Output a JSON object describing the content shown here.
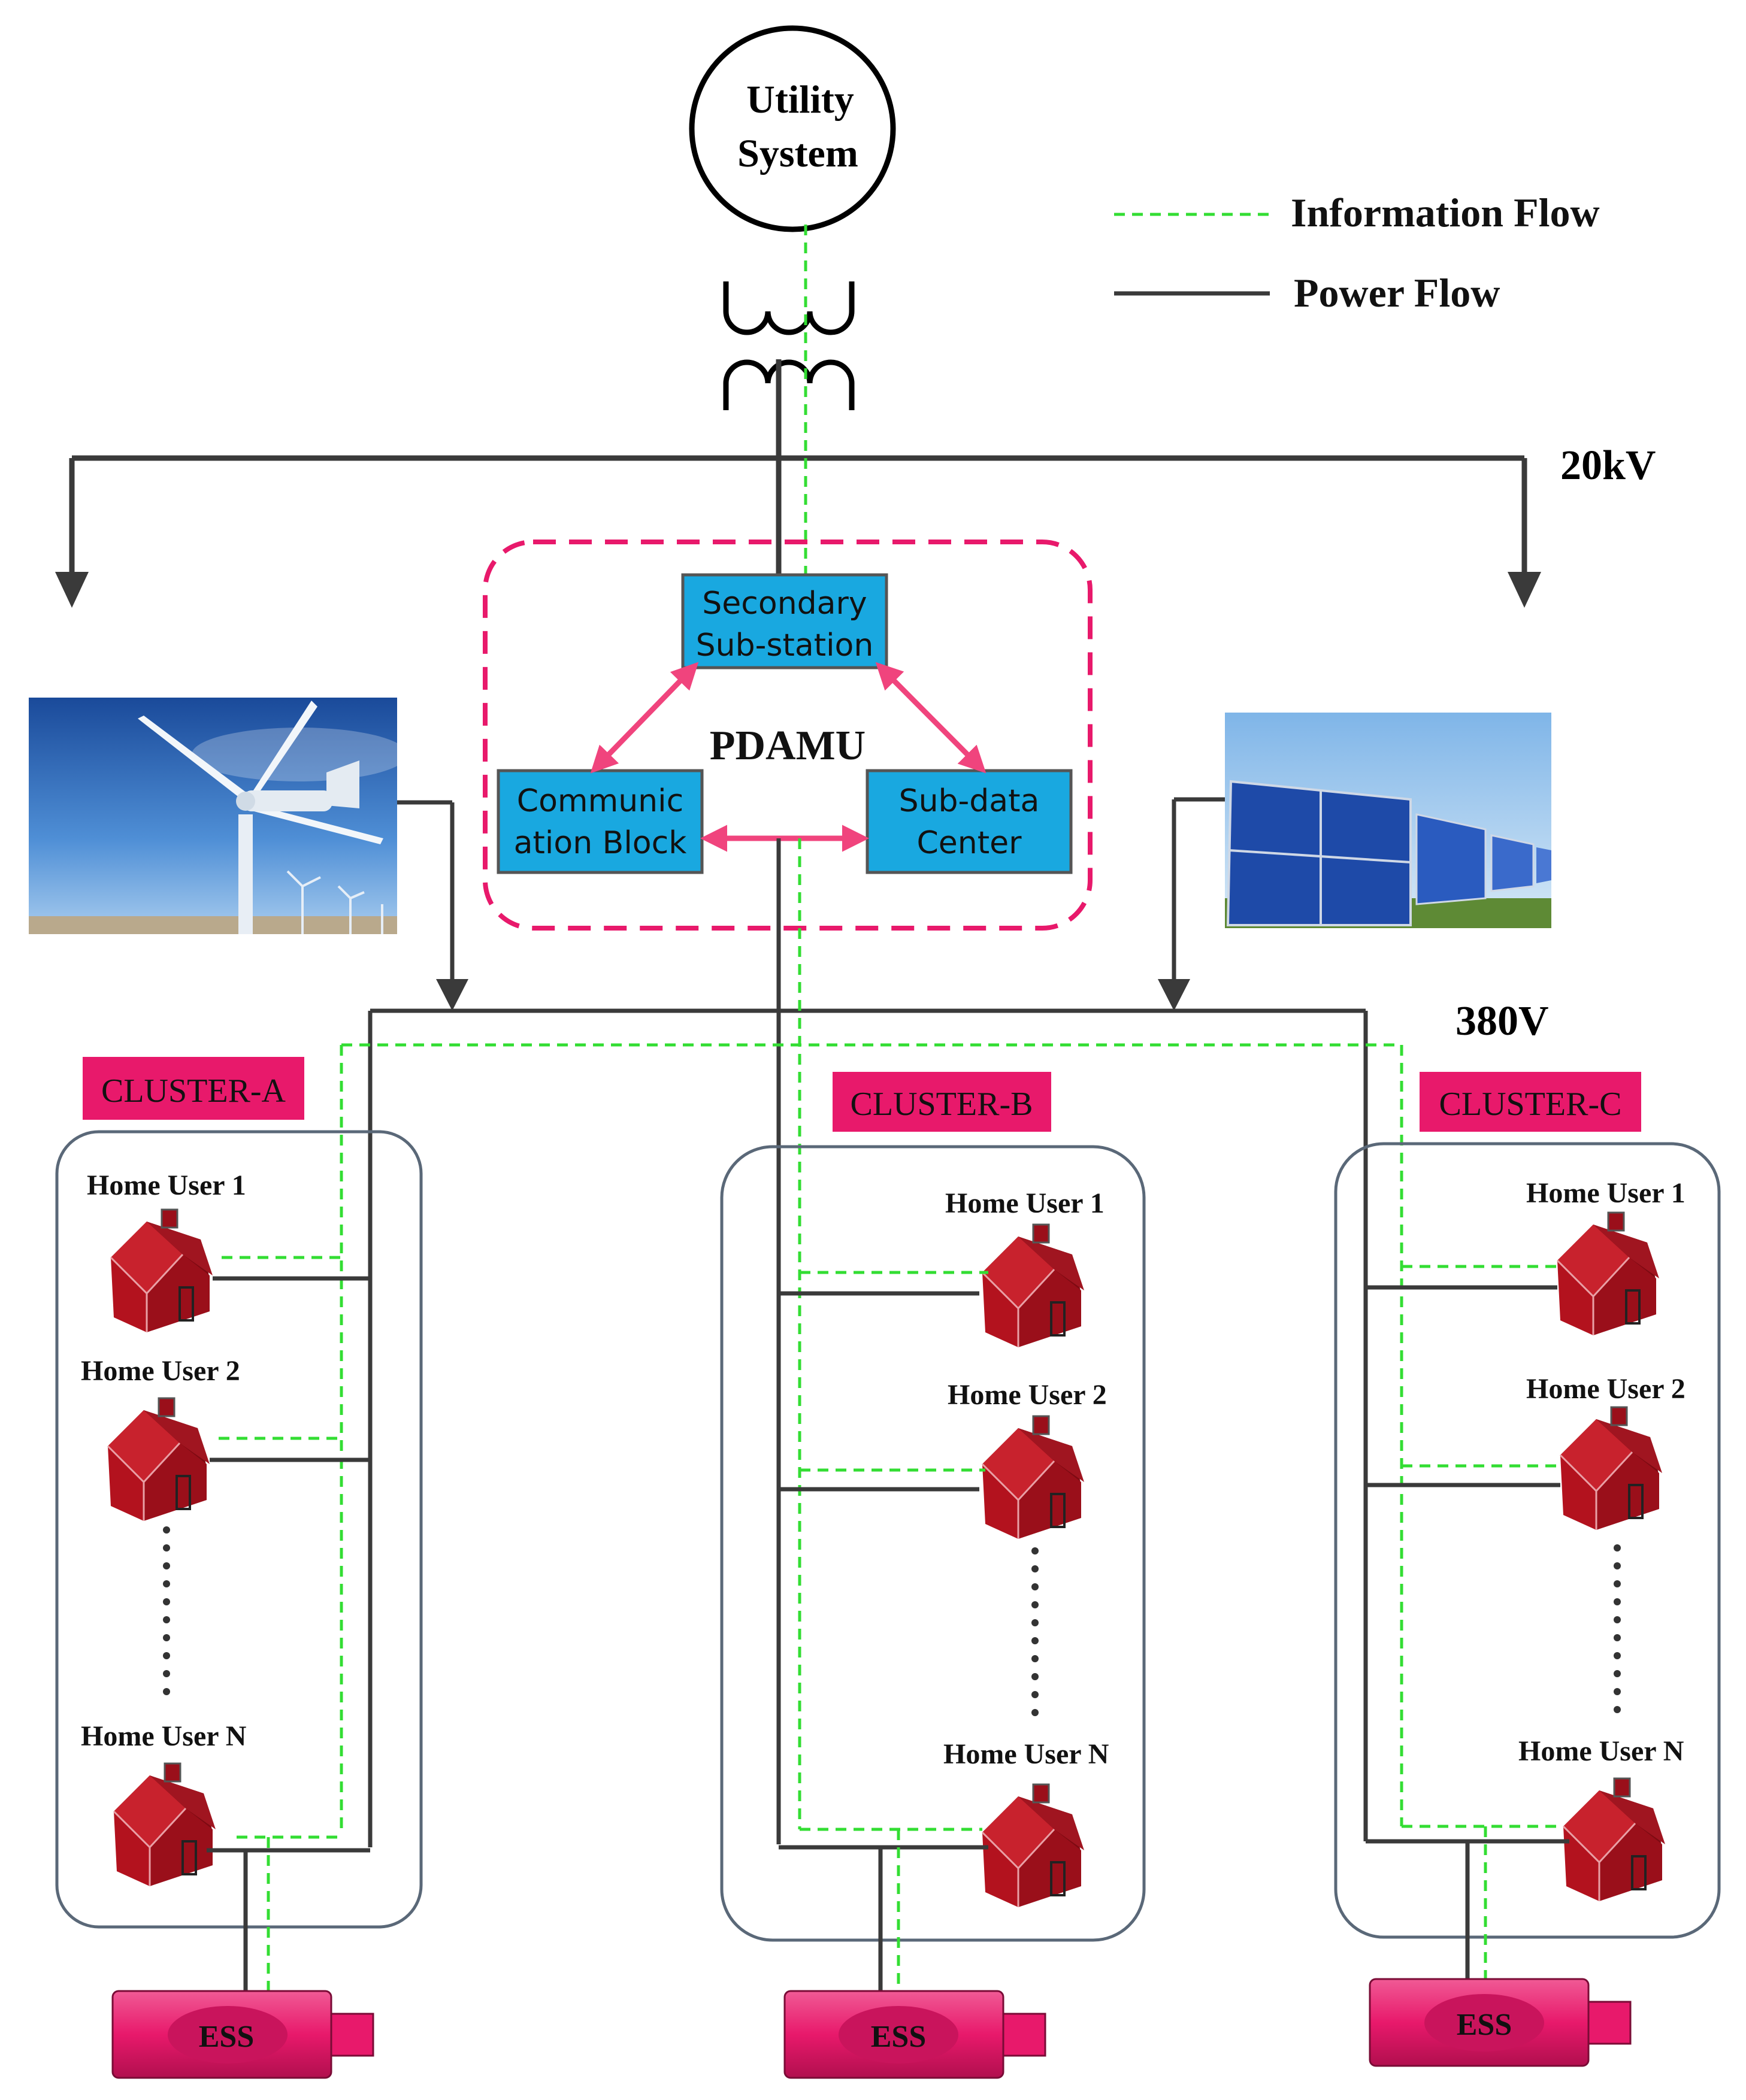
{
  "utility": {
    "line1": "Utility",
    "line2": "System"
  },
  "legend": {
    "info": "Information Flow",
    "power": "Power Flow"
  },
  "voltage": {
    "high": "20kV",
    "low": "380V"
  },
  "pdamu": {
    "label": "PDAMU",
    "secondary": [
      "Secondary",
      "Sub-station"
    ],
    "comm": [
      "Communic",
      "ation Block"
    ],
    "subdata": [
      "Sub-data",
      "Center"
    ]
  },
  "clusters": [
    {
      "name": "CLUSTER-A",
      "users": [
        "Home User 1",
        "Home User 2",
        "Home User N"
      ],
      "ess": "ESS"
    },
    {
      "name": "CLUSTER-B",
      "users": [
        "Home User 1",
        "Home User 2",
        "Home User N"
      ],
      "ess": "ESS"
    },
    {
      "name": "CLUSTER-C",
      "users": [
        "Home User 1",
        "Home User 2",
        "Home User N"
      ],
      "ess": "ESS"
    }
  ],
  "colors": {
    "power": "#3a3a3a",
    "info": "#33dd33",
    "pink": "#e8196b",
    "magenta": "#f0447d",
    "block": "#19a8e0",
    "house": "#b3121e"
  }
}
